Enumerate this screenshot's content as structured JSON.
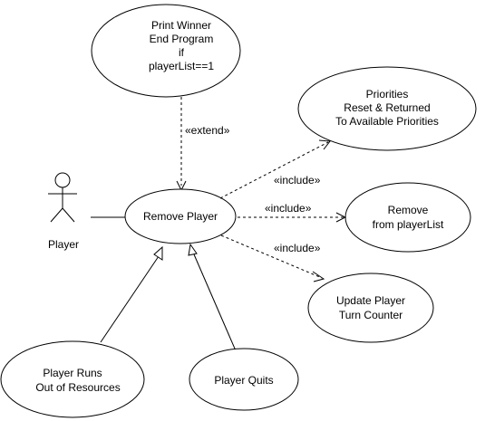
{
  "actor": {
    "name": "Player"
  },
  "use_cases": {
    "print_winner": [
      "Print Winner",
      "End Program",
      "if",
      "playerList==1"
    ],
    "remove_player": [
      "Remove Player"
    ],
    "priorities": [
      "Priorities",
      "Reset & Returned",
      "To Available Priorities"
    ],
    "remove_from_list": [
      "Remove",
      "from playerList"
    ],
    "update_counter": [
      "Update Player",
      "Turn Counter"
    ],
    "runs_out": [
      "Player Runs",
      "Out of Resources"
    ],
    "quits": [
      "Player Quits"
    ]
  },
  "relationships": {
    "extend": "«extend»",
    "include_priorities": "«include»",
    "include_remove": "«include»",
    "include_update": "«include»"
  }
}
